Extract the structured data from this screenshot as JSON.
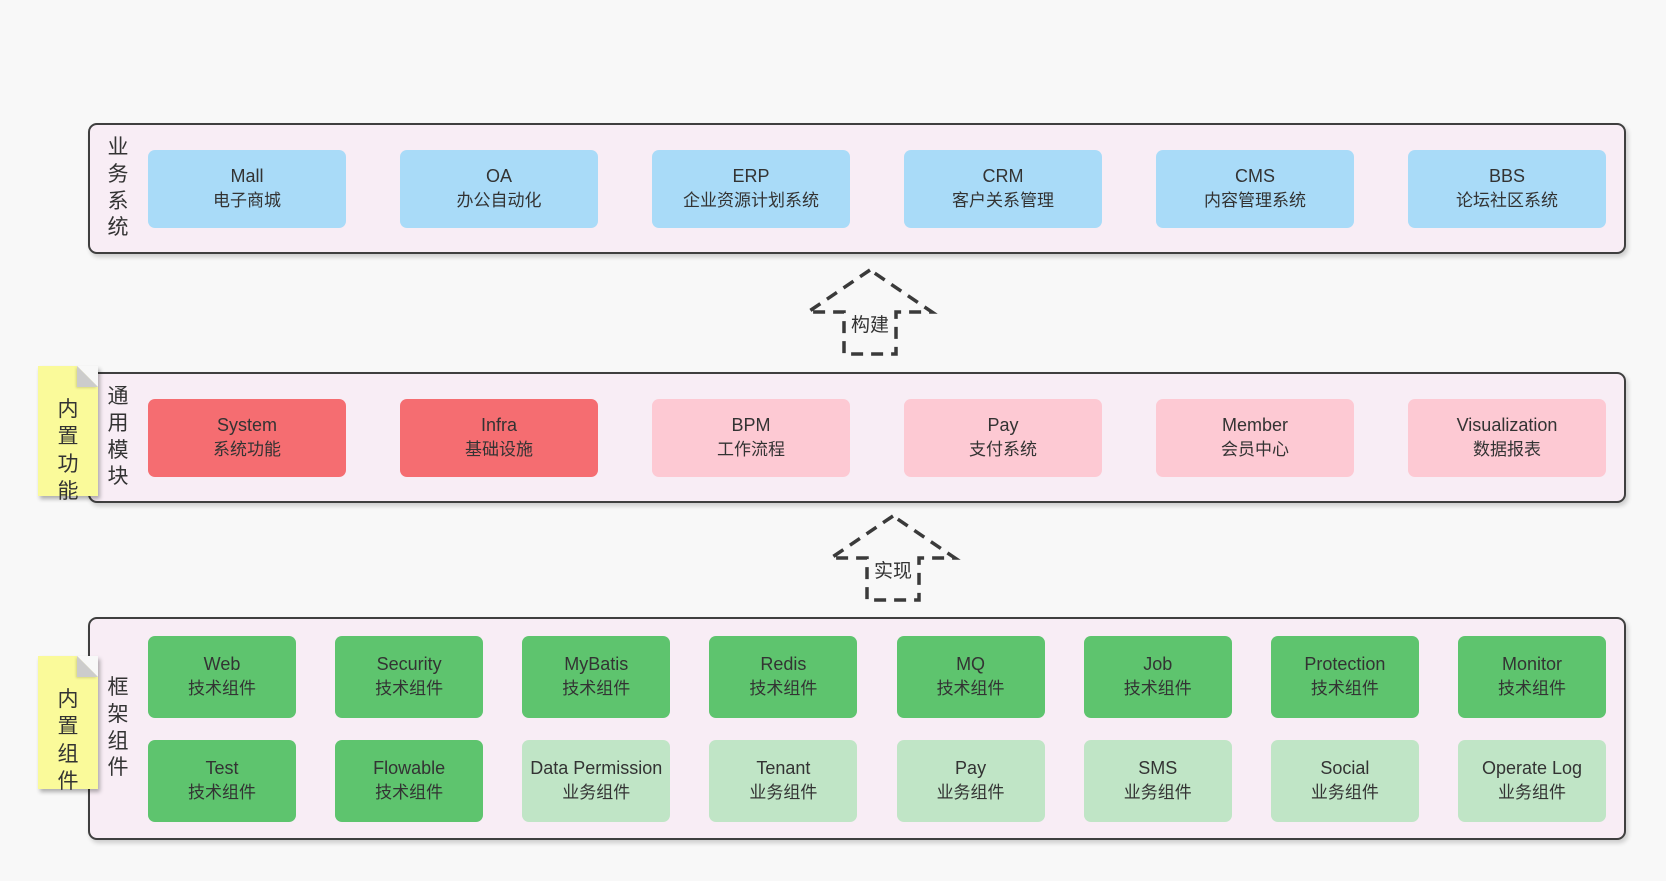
{
  "palette": {
    "page-bg": "#f8f8f8",
    "band-bg": "#f8edf5",
    "band-border": "#3f3f3f",
    "box-text": "#333333",
    "blue": "#a9dbf8",
    "red": "#f56d71",
    "pink": "#fdc9d3",
    "green-dark": "#5ec46e",
    "green-light": "#c0e5c6",
    "note-bg": "#fafa9a",
    "note-fold": "#cccccc"
  },
  "business": {
    "label": "业务系统",
    "items": [
      {
        "name": "Mall",
        "desc": "电子商城",
        "type": "blue"
      },
      {
        "name": "OA",
        "desc": "办公自动化",
        "type": "blue"
      },
      {
        "name": "ERP",
        "desc": "企业资源计划系统",
        "type": "blue"
      },
      {
        "name": "CRM",
        "desc": "客户关系管理",
        "type": "blue"
      },
      {
        "name": "CMS",
        "desc": "内容管理系统",
        "type": "blue"
      },
      {
        "name": "BBS",
        "desc": "论坛社区系统",
        "type": "blue"
      }
    ]
  },
  "arrow_build": {
    "label": "构建"
  },
  "modules": {
    "label": "通用模块",
    "note": "内置功能",
    "items": [
      {
        "name": "System",
        "desc": "系统功能",
        "type": "red"
      },
      {
        "name": "Infra",
        "desc": "基础设施",
        "type": "red"
      },
      {
        "name": "BPM",
        "desc": "工作流程",
        "type": "pink"
      },
      {
        "name": "Pay",
        "desc": "支付系统",
        "type": "pink"
      },
      {
        "name": "Member",
        "desc": "会员中心",
        "type": "pink"
      },
      {
        "name": "Visualization",
        "desc": "数据报表",
        "type": "pink"
      }
    ]
  },
  "arrow_implement": {
    "label": "实现"
  },
  "components": {
    "label": "框架组件",
    "note": "内置组件",
    "rows": [
      [
        {
          "name": "Web",
          "desc": "技术组件",
          "type": "green-dark"
        },
        {
          "name": "Security",
          "desc": "技术组件",
          "type": "green-dark"
        },
        {
          "name": "MyBatis",
          "desc": "技术组件",
          "type": "green-dark"
        },
        {
          "name": "Redis",
          "desc": "技术组件",
          "type": "green-dark"
        },
        {
          "name": "MQ",
          "desc": "技术组件",
          "type": "green-dark"
        },
        {
          "name": "Job",
          "desc": "技术组件",
          "type": "green-dark"
        },
        {
          "name": "Protection",
          "desc": "技术组件",
          "type": "green-dark"
        },
        {
          "name": "Monitor",
          "desc": "技术组件",
          "type": "green-dark"
        }
      ],
      [
        {
          "name": "Test",
          "desc": "技术组件",
          "type": "green-dark"
        },
        {
          "name": "Flowable",
          "desc": "技术组件",
          "type": "green-dark"
        },
        {
          "name": "Data Permission",
          "desc": "业务组件",
          "type": "green-light"
        },
        {
          "name": "Tenant",
          "desc": "业务组件",
          "type": "green-light"
        },
        {
          "name": "Pay",
          "desc": "业务组件",
          "type": "green-light"
        },
        {
          "name": "SMS",
          "desc": "业务组件",
          "type": "green-light"
        },
        {
          "name": "Social",
          "desc": "业务组件",
          "type": "green-light"
        },
        {
          "name": "Operate Log",
          "desc": "业务组件",
          "type": "green-light"
        }
      ]
    ]
  }
}
